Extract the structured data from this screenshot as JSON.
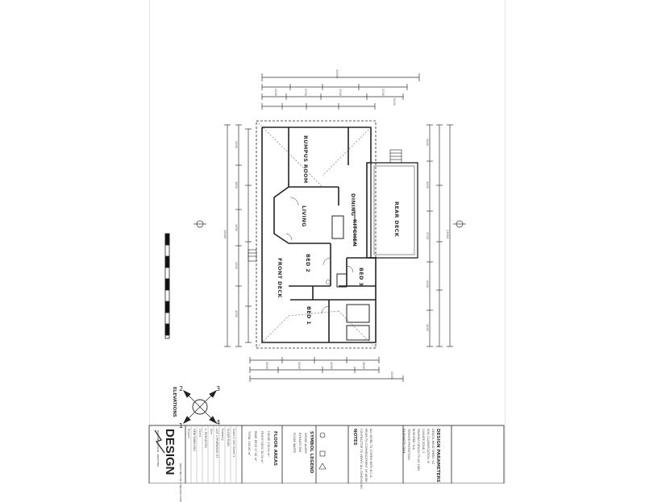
{
  "rooms": {
    "rumpus": "RUMPUS ROOM",
    "living": "LIVING",
    "dining": "DINING",
    "kitchen": "KITCHEN",
    "rear_deck": "REAR DECK",
    "front_deck": "FRONT DECK",
    "bed1": "BED 1",
    "bed2": "BED 2",
    "bed3": "BED 3"
  },
  "dimensions": {
    "overall": "15490",
    "top_row": [
      "2400",
      "3700",
      "3700",
      "3700",
      "2000"
    ],
    "left_row": [
      "2400",
      "3800",
      "1400",
      "2000",
      "4000"
    ],
    "right_overall": "11600",
    "right_row": [
      "2400",
      "3400",
      "3700",
      "2400",
      "1400"
    ],
    "bottom_row": [
      "2400",
      "2400",
      "3000",
      "1800",
      "2200"
    ]
  },
  "compass": {
    "n1": "1",
    "n2": "2",
    "n3": "3",
    "n4": "4",
    "label": "ELEVATIONS"
  },
  "title_block": {
    "brand": "DESIGN",
    "brand_sub": "BUILDING DESIGN · DRAFTING",
    "brand_tag": "DRAFTING FOR CONSTRUCTION",
    "project_rows": [
      "Project",
      "NEW DWELLING",
      "Client",
      "L. BYRONTON",
      "Site",
      "LOT 1 PINEWOOD ST",
      "Drawing",
      "FLOOR PLAN",
      "Scale  1:100   Sheet 1"
    ],
    "floor_areas_title": "FLOOR AREAS",
    "floor_areas": [
      "HOUSE  136.00 m²",
      "FRONT DECK  30.00 m²",
      "REAR DECK  27.00 m²",
      "TOTAL  193.00 m²"
    ],
    "legend_title": "SYMBOL LEGEND",
    "legend_items": [
      "SMOKE ALARM",
      "EXHAUST FAN",
      "FLOOR WASTE"
    ],
    "notes_title": "NOTES",
    "notes": [
      "CONTRACTOR TO VERIFY ALL DIMENSIONS",
      "PRIOR TO COMMENCEMENT OF WORK",
      "ALL WORK TO COMPLY WITH B.C.A."
    ],
    "design_params_title": "DESIGN PARAMETERS",
    "design_params": [
      "DESIGN WIND SPEED: N2",
      "SOIL CLASSIFICATION: M",
      "CLIMATE ZONE: 2",
      "FRAMING DESIGN TO AS 1684",
      "BUSHFIRE: N/A",
      "TERMITE PROTECTION",
      "RAINWATER TANK"
    ]
  }
}
